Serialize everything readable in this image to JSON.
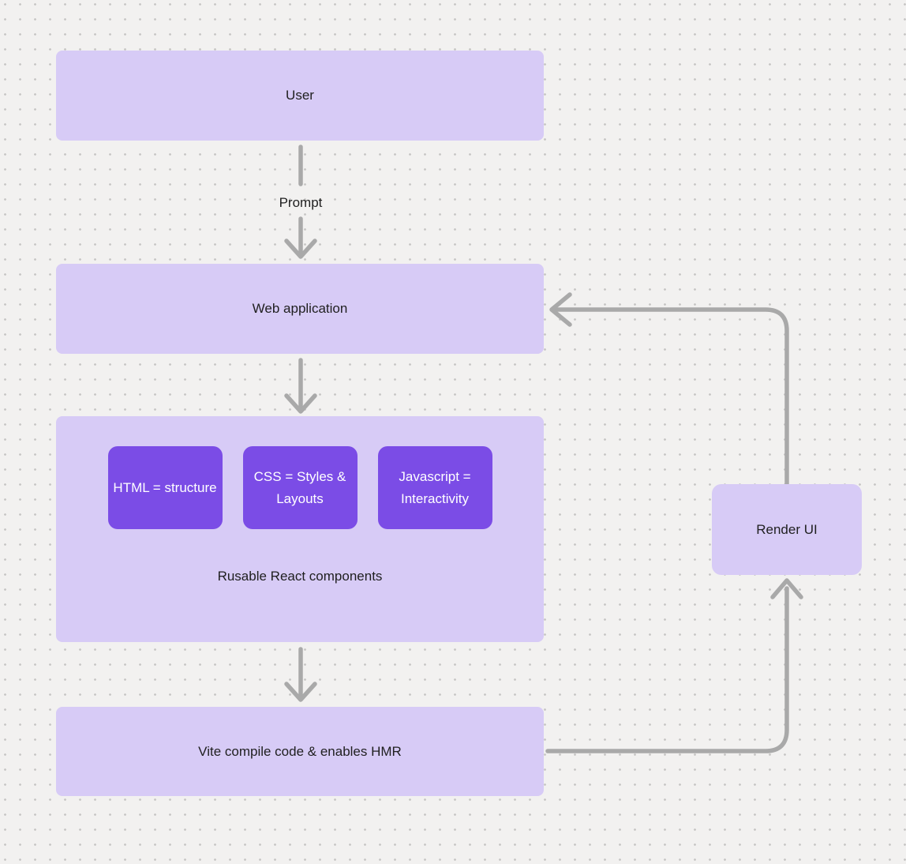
{
  "colors": {
    "background": "#f2f1f0",
    "dot": "#c8c7c6",
    "node_fill": "#d7cbf6",
    "node_text": "#1f1f1f",
    "child_fill": "#7b4ce6",
    "child_text": "#ffffff",
    "connector": "#a9a9a9"
  },
  "diagram": {
    "nodes": {
      "user": {
        "label": "User"
      },
      "web_application": {
        "label": "Web application"
      },
      "components_group": {
        "caption": "Rusable React components",
        "children": [
          {
            "label": "HTML = structure"
          },
          {
            "label": "CSS = Styles & Layouts"
          },
          {
            "label": "Javascript = Interactivity"
          }
        ]
      },
      "vite": {
        "label": "Vite compile code & enables HMR"
      },
      "render_ui": {
        "label": "Render UI"
      }
    },
    "edges": [
      {
        "from": "User",
        "to": "Web application",
        "label": "Prompt"
      },
      {
        "from": "Web application",
        "to": "Components group",
        "label": ""
      },
      {
        "from": "Components group",
        "to": "Vite",
        "label": ""
      },
      {
        "from": "Vite",
        "to": "Render UI",
        "label": ""
      },
      {
        "from": "Render UI",
        "to": "Web application",
        "label": ""
      }
    ]
  }
}
